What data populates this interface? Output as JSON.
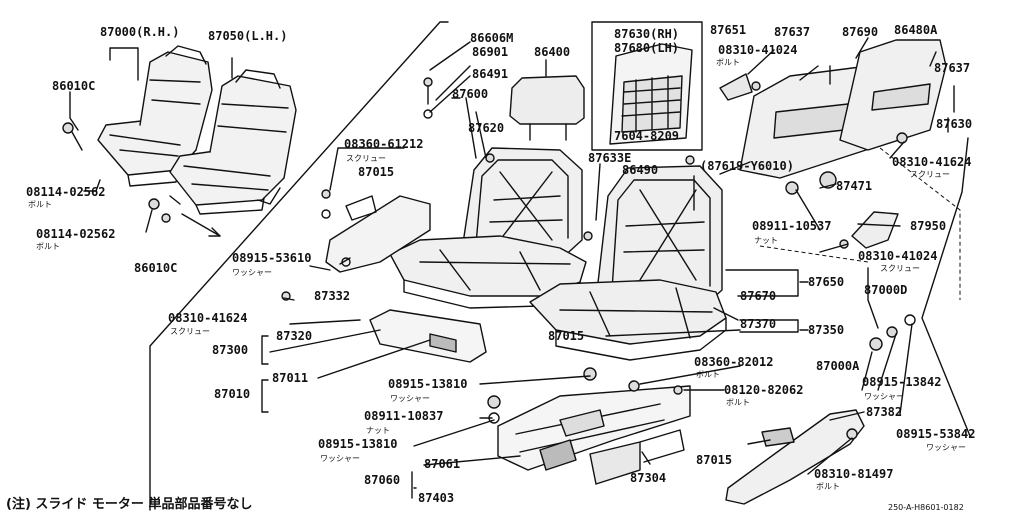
{
  "labels": {
    "p87000": "87000(R.H.)",
    "p87050": "87050(L.H.)",
    "p86010c_a": "86010C",
    "p08114_a": "08114-02562",
    "p08114_b": "08114-02562",
    "p86010c_b": "86010C",
    "p86606m": "86606M",
    "p86901": "86901",
    "p86491": "86491",
    "p86400": "86400",
    "p87600": "87600",
    "p87620": "87620",
    "p08360_61212": "08360-61212",
    "p87015_a": "87015",
    "p08915_53610": "08915-53610",
    "p87332": "87332",
    "p08310_41624_a": "08310-41624",
    "p87320": "87320",
    "p87300": "87300",
    "p87011": "87011",
    "p87010": "87010",
    "p87630rh": "87630(RH)",
    "p87680lh": "87680(LH)",
    "p7604": "7604-8209",
    "p87633e": "87633E",
    "p86490": "86490",
    "p87651": "87651",
    "p87637_a": "87637",
    "p87690": "87690",
    "p86480a": "86480A",
    "p87637_b": "87637",
    "p08310_41024_a": "08310-41024",
    "p87630": "87630",
    "p87619": "(87619-Y6010)",
    "p08310_41624_b": "08310-41624",
    "p87471": "87471",
    "p08911_10537": "08911-10537",
    "p87950": "87950",
    "p08310_41024_b": "08310-41024",
    "p87650": "87650",
    "p87670": "87670",
    "p87000d": "87000D",
    "p87370": "87370",
    "p87350": "87350",
    "p87015_b": "87015",
    "p87000a": "87000A",
    "p08915_13842": "08915-13842",
    "p08360_82012": "08360-82012",
    "p08915_13810_a": "08915-13810",
    "p08120_82062": "08120-82062",
    "p08911_10837": "08911-10837",
    "p87382": "87382",
    "p08915_13810_b": "08915-13810",
    "p08915_53842": "08915-53842",
    "p87060": "87060",
    "p87061": "87061",
    "p87304": "87304",
    "p87015_c": "87015",
    "p08310_81497": "08310-81497",
    "p87403": "87403"
  },
  "sublabels": {
    "bolt": "ボルト",
    "screw": "スクリュー",
    "washer": "ワッシャー",
    "nut": "ナット"
  },
  "footnote": "(注) スライド モーター 単品部品番号なし",
  "drawing_code": "250-A-H8601-0182"
}
